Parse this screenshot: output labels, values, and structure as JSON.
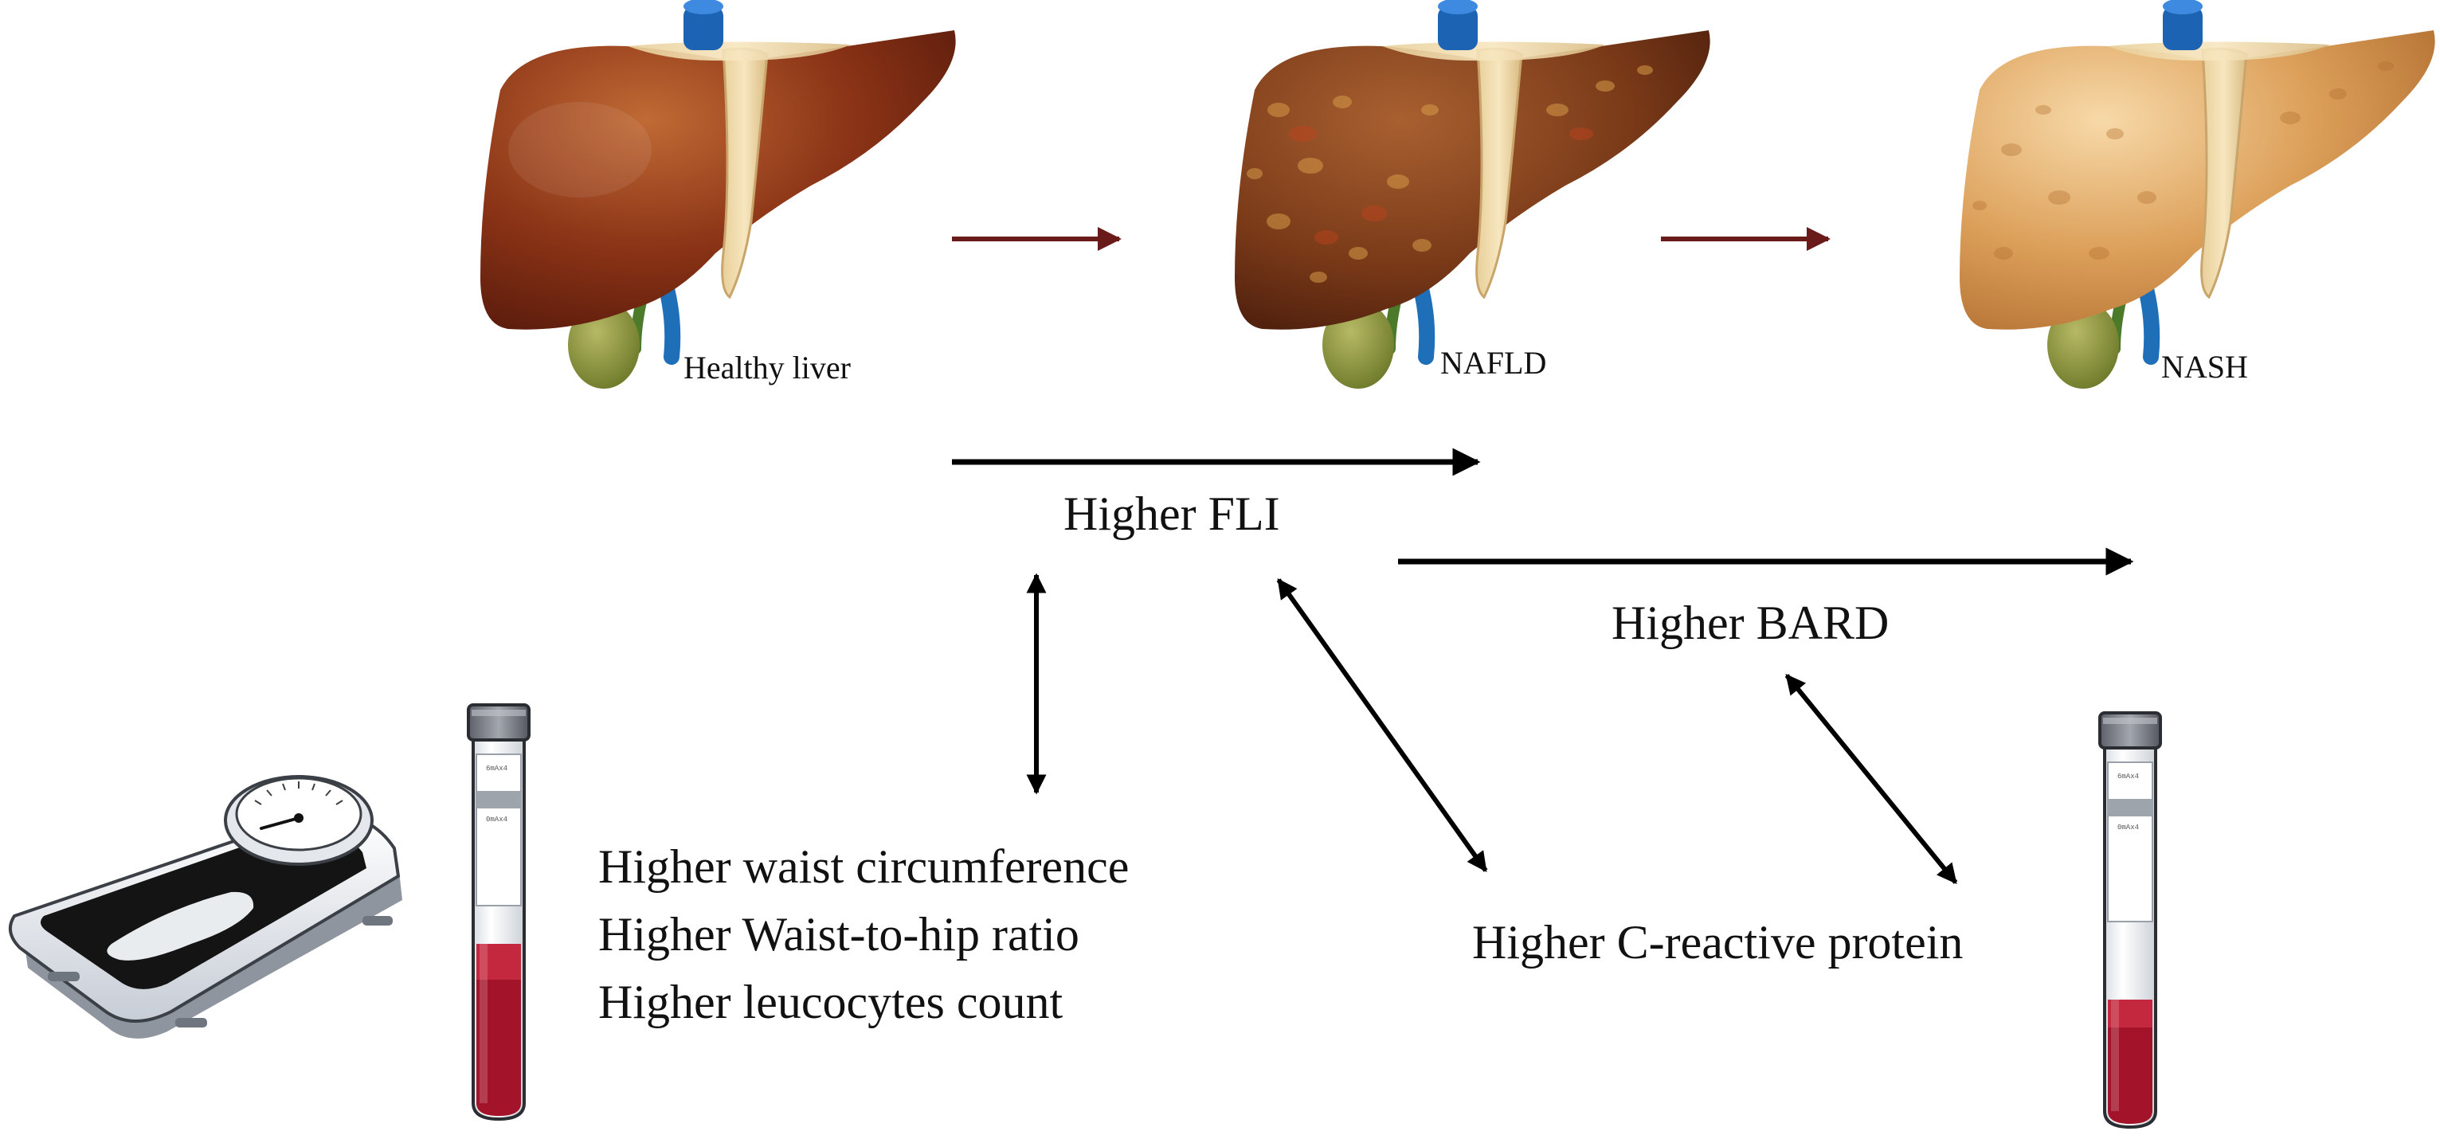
{
  "stages": [
    {
      "label": "Healthy liver",
      "icon": "healthy-liver-icon",
      "colors": {
        "light": "#b8602e",
        "dark": "#5a1c0c"
      }
    },
    {
      "label": "NAFLD",
      "icon": "fatty-liver-icon",
      "colors": {
        "light": "#9b5628",
        "dark": "#4a1d0c"
      }
    },
    {
      "label": "NASH",
      "icon": "nash-liver-icon",
      "colors": {
        "light": "#f0c182",
        "dark": "#c27f35"
      }
    }
  ],
  "scores": {
    "fli": "Higher FLI",
    "bard": "Higher BARD"
  },
  "markers": {
    "anthropometric": [
      "Higher waist circumference",
      "Higher Waist-to-hip ratio",
      "Higher leucocytes count"
    ],
    "crp": "Higher C-reactive protein"
  },
  "icons": {
    "scale": "bathroom-scale-icon",
    "blood_tube_left": "blood-tube-icon",
    "blood_tube_right": "blood-tube-icon"
  },
  "colors": {
    "progression_arrow": "#6b1a1a",
    "association_arrow": "#000000",
    "blood": "#a3142a"
  }
}
